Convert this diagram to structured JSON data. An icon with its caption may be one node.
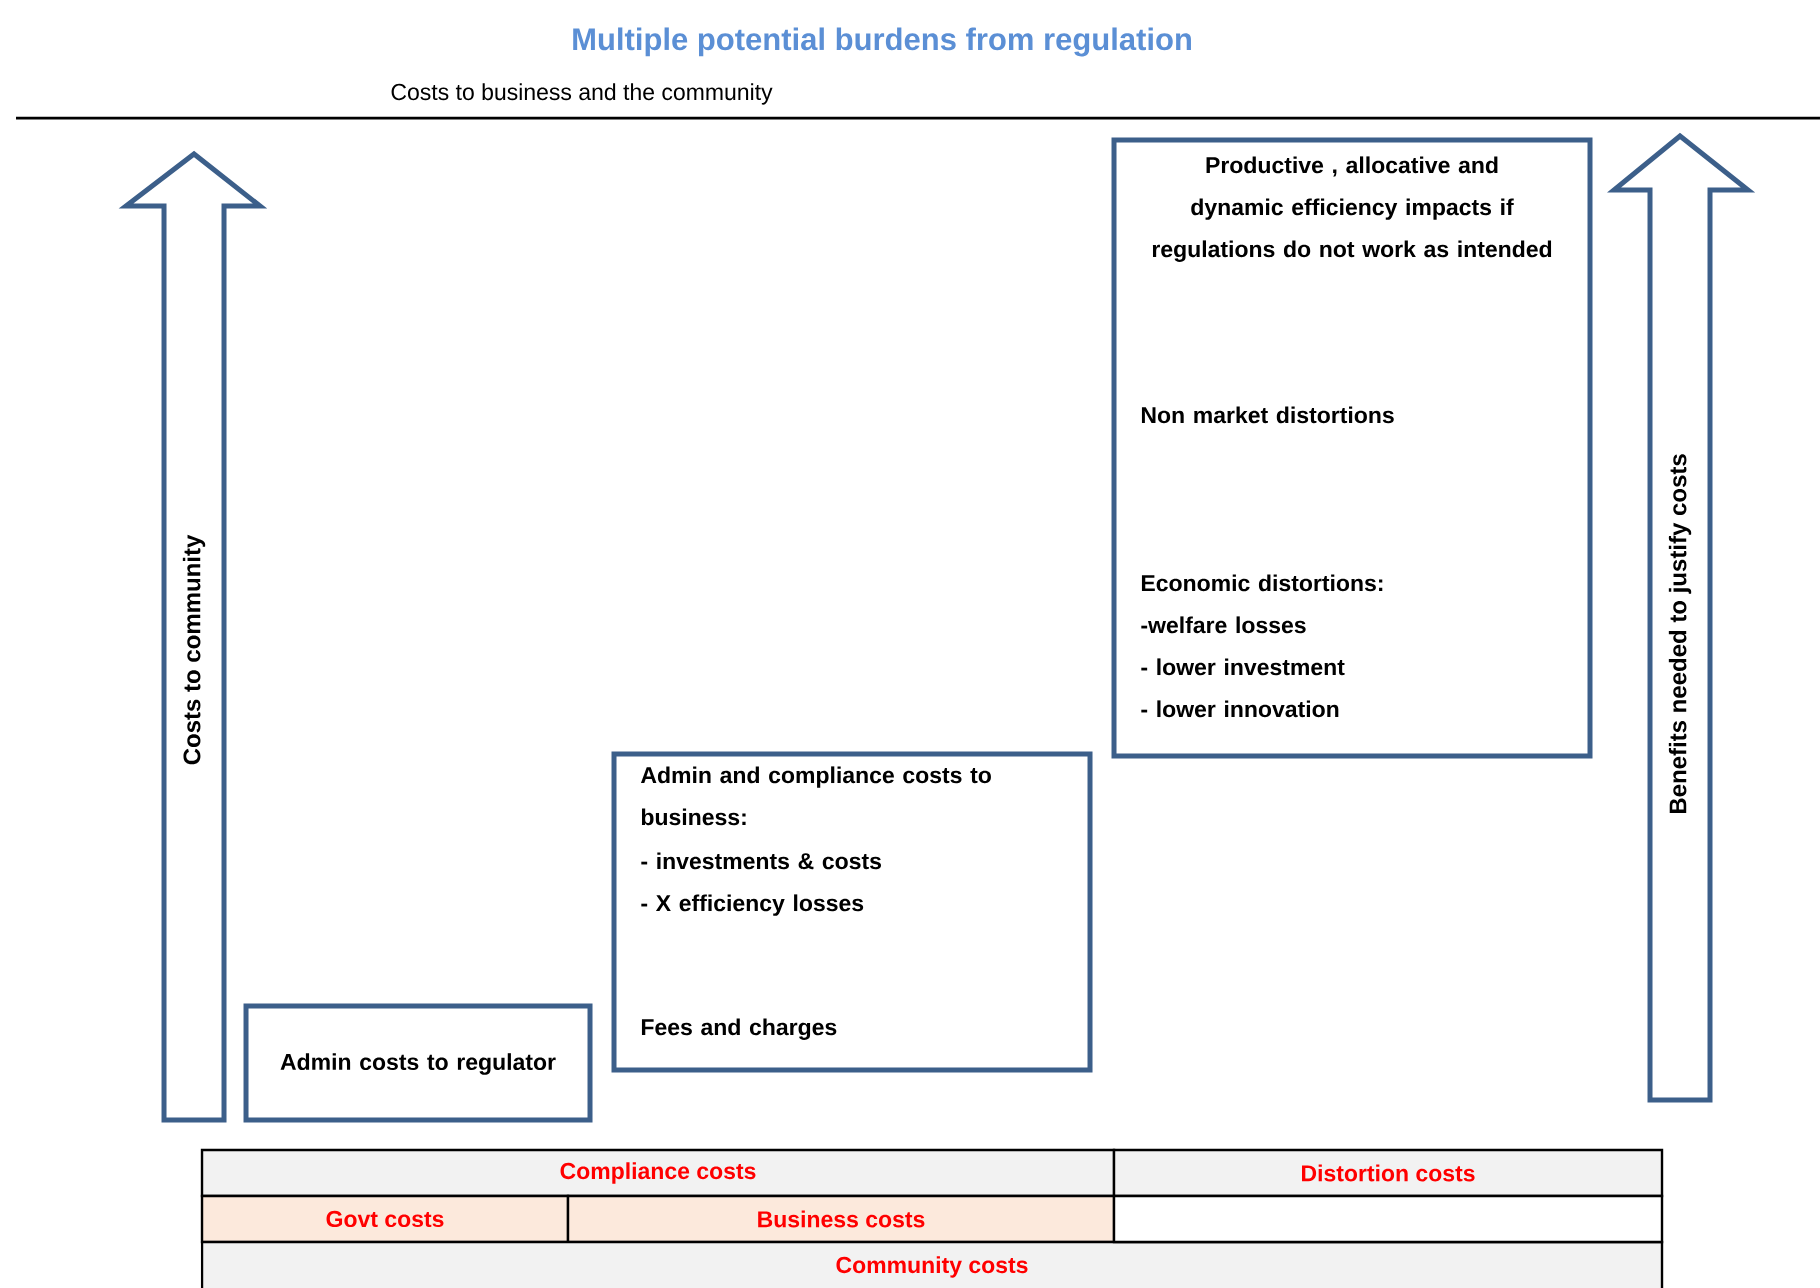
{
  "diagram": {
    "title": "Multiple potential burdens from regulation",
    "nodes": [
      {
        "text": [
          "Costs to community"
        ]
      },
      {
        "text": [
          "Admin costs to regulator"
        ]
      },
      {
        "text": [
          "Admin and  compliance costs to business:",
          "- investments & costs",
          "- X efficiency losses",
          "Fees and charges"
        ]
      },
      {
        "text": [
          "Productive , allocative and dynamic efficiency impacts if regulations do not work as intended",
          "Non market distortions",
          "Economic distortions:",
          "-welfare losses",
          "- lower investment",
          "- lower innovation"
        ]
      },
      {
        "text": [
          "Benefits needed to justify costs"
        ]
      }
    ],
    "labels": [
      "Costs to business and the community",
      "Compliance costs",
      "Distortion costs",
      "Govt costs",
      "Business costs",
      "Community costs"
    ]
  }
}
